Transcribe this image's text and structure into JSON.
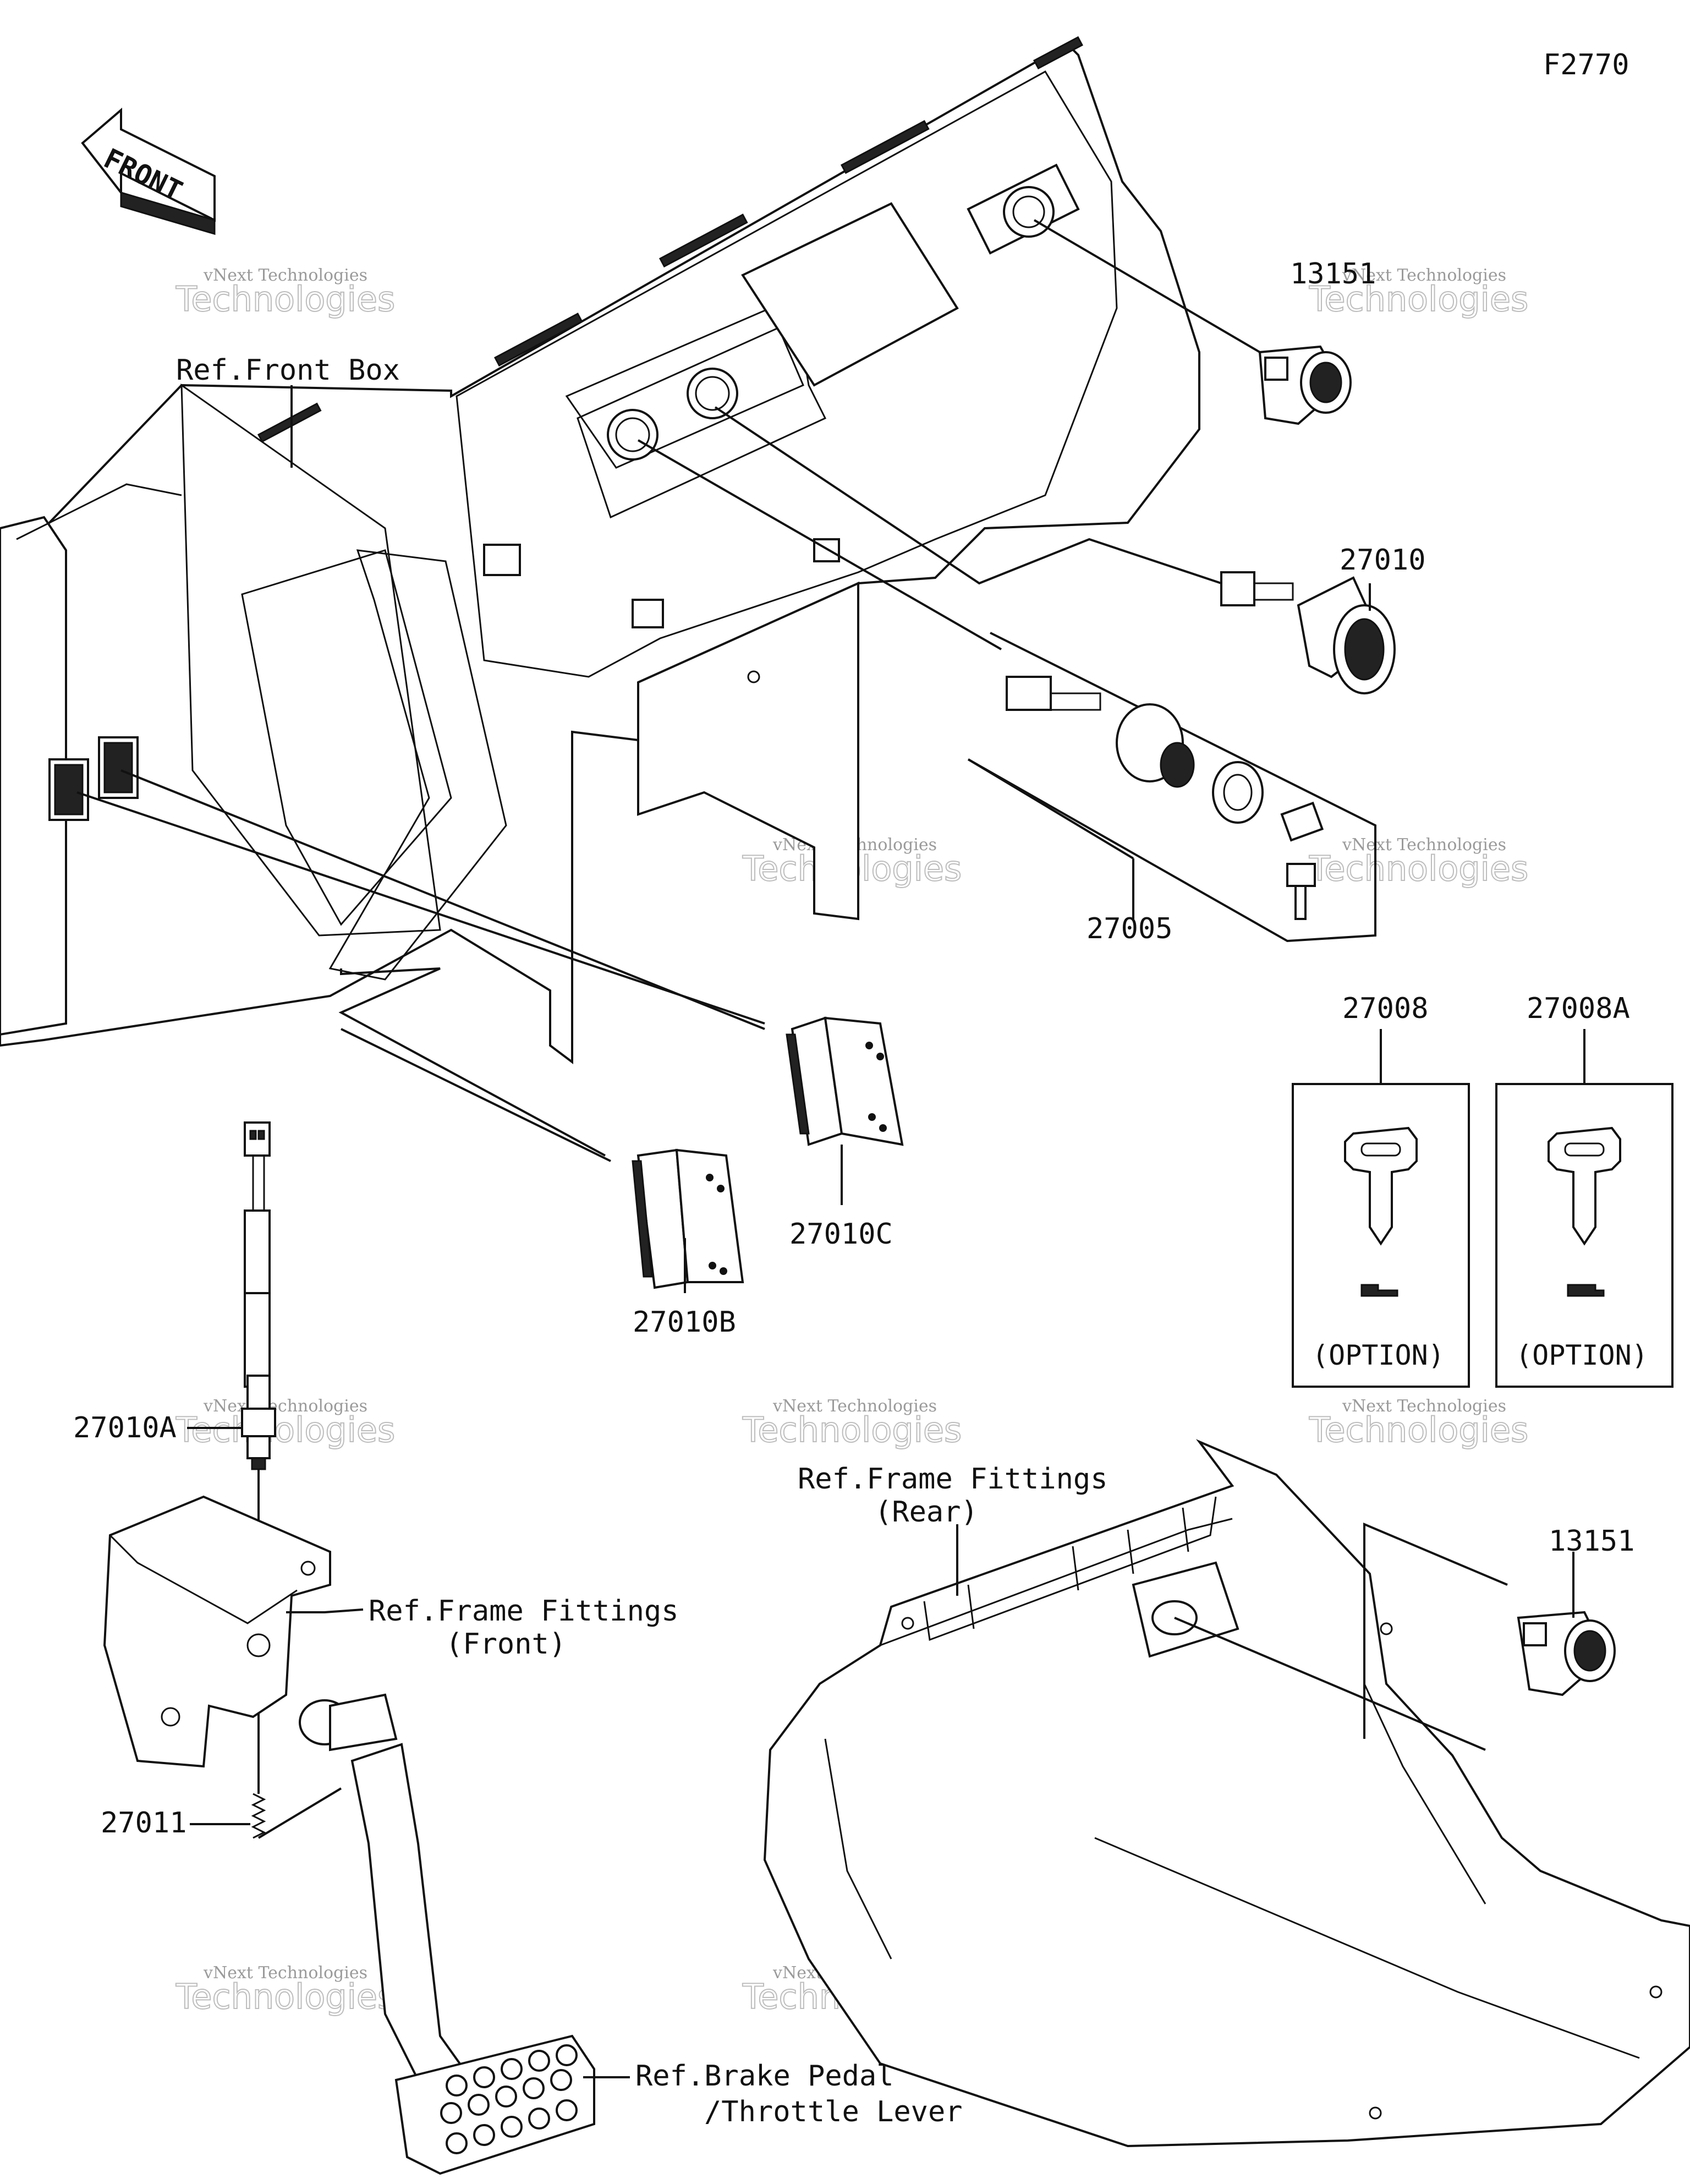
{
  "figure_code": "F2770",
  "front_arrow_text": "FRONT",
  "watermark": {
    "line1": "vNext Technologies",
    "line2": "Technologies",
    "line3": "vNext"
  },
  "ref_labels": {
    "front_box": "Ref.Front Box",
    "frame_front_1": "Ref.Frame Fittings",
    "frame_front_2": "(Front)",
    "frame_rear_1": "Ref.Frame Fittings",
    "frame_rear_2": "(Rear)",
    "brake_1": "Ref.Brake Pedal",
    "brake_2": "/Throttle Lever"
  },
  "parts": {
    "p13151_top": "13151",
    "p27010": "27010",
    "p27005": "27005",
    "p27008": "27008",
    "p27008a": "27008A",
    "p27010c": "27010C",
    "p27010b": "27010B",
    "p27010a": "27010A",
    "p27011": "27011",
    "p13151_bottom": "13151"
  },
  "option_boxes": {
    "left": "(OPTION)",
    "right": "(OPTION)"
  }
}
